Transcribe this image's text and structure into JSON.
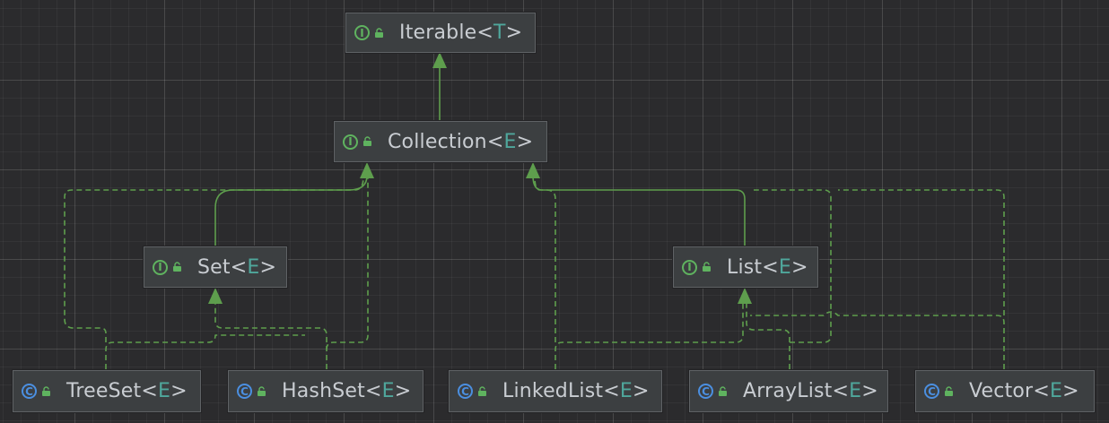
{
  "diagram": {
    "colors": {
      "background": "#2b2b2d",
      "node_fill": "#3c3f41",
      "node_border": "#5f6265",
      "text": "#c9cdd2",
      "type_param": "#4fa79c",
      "edge": "#5e9e4d",
      "interface_icon": "#5fb35f",
      "class_icon": "#4b8fe0"
    },
    "nodes": {
      "iterable": {
        "name": "Iterable",
        "type_param": "T",
        "kind": "interface",
        "kind_glyph": "I",
        "icon": "interface-icon"
      },
      "collection": {
        "name": "Collection",
        "type_param": "E",
        "kind": "interface",
        "kind_glyph": "I",
        "icon": "interface-icon"
      },
      "set": {
        "name": "Set",
        "type_param": "E",
        "kind": "interface",
        "kind_glyph": "I",
        "icon": "interface-icon"
      },
      "list": {
        "name": "List",
        "type_param": "E",
        "kind": "interface",
        "kind_glyph": "I",
        "icon": "interface-icon"
      },
      "treeset": {
        "name": "TreeSet",
        "type_param": "E",
        "kind": "class",
        "kind_glyph": "C",
        "icon": "class-icon"
      },
      "hashset": {
        "name": "HashSet",
        "type_param": "E",
        "kind": "class",
        "kind_glyph": "C",
        "icon": "class-icon"
      },
      "linkedlist": {
        "name": "LinkedList",
        "type_param": "E",
        "kind": "class",
        "kind_glyph": "C",
        "icon": "class-icon"
      },
      "arraylist": {
        "name": "ArrayList",
        "type_param": "E",
        "kind": "class",
        "kind_glyph": "C",
        "icon": "class-icon"
      },
      "vector": {
        "name": "Vector",
        "type_param": "E",
        "kind": "class",
        "kind_glyph": "C",
        "icon": "class-icon"
      }
    },
    "edges": [
      {
        "from": "collection",
        "to": "iterable",
        "relation": "extends"
      },
      {
        "from": "set",
        "to": "collection",
        "relation": "extends"
      },
      {
        "from": "list",
        "to": "collection",
        "relation": "extends"
      },
      {
        "from": "treeset",
        "to": "set",
        "relation": "implements"
      },
      {
        "from": "treeset",
        "to": "collection",
        "relation": "implements"
      },
      {
        "from": "hashset",
        "to": "set",
        "relation": "implements"
      },
      {
        "from": "hashset",
        "to": "collection",
        "relation": "implements"
      },
      {
        "from": "linkedlist",
        "to": "list",
        "relation": "implements"
      },
      {
        "from": "linkedlist",
        "to": "collection",
        "relation": "implements"
      },
      {
        "from": "arraylist",
        "to": "list",
        "relation": "implements"
      },
      {
        "from": "arraylist",
        "to": "collection",
        "relation": "implements"
      },
      {
        "from": "vector",
        "to": "list",
        "relation": "implements"
      },
      {
        "from": "vector",
        "to": "collection",
        "relation": "implements"
      }
    ]
  }
}
